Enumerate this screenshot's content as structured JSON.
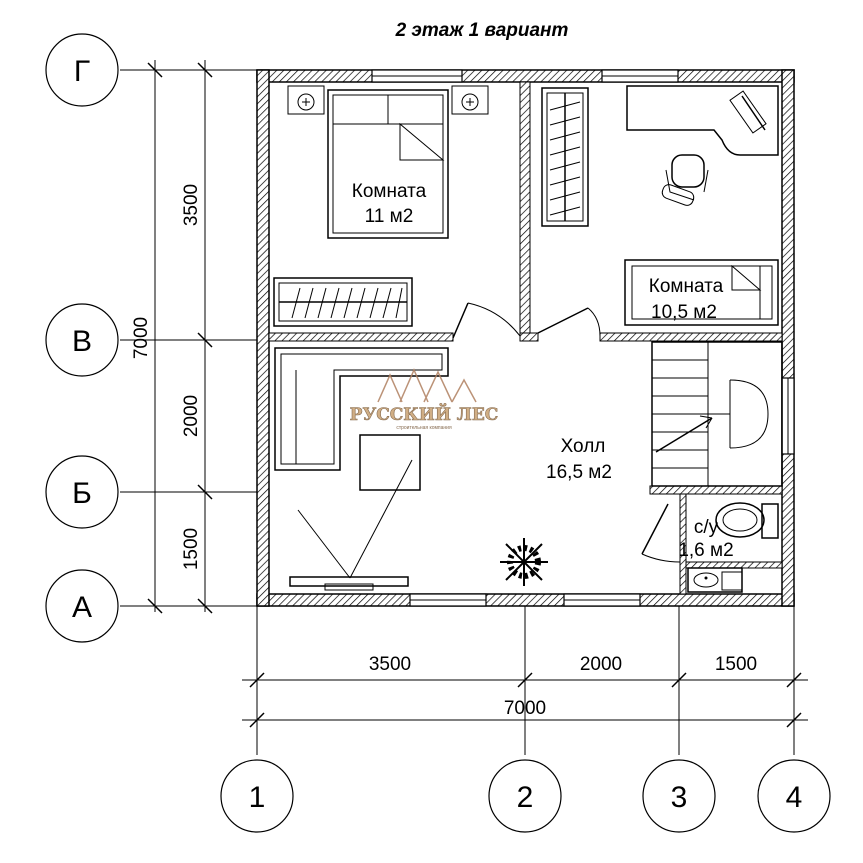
{
  "title": "2 этаж 1 вариант",
  "rooms": [
    {
      "name": "Комната",
      "area": "11 м2"
    },
    {
      "name": "Комната",
      "area": "10,5 м2"
    },
    {
      "name": "Холл",
      "area": "16,5 м2"
    },
    {
      "name": "с/у",
      "area": "1,6 м2"
    }
  ],
  "dimensions": {
    "bottom": [
      "3500",
      "2000",
      "1500"
    ],
    "bottom_total": "7000",
    "left": [
      "3500",
      "2000",
      "1500"
    ],
    "left_total": "7000"
  },
  "axes": {
    "letters": [
      "Г",
      "В",
      "Б",
      "А"
    ],
    "numbers": [
      "1",
      "2",
      "3",
      "4"
    ]
  },
  "logo": {
    "text": "РУССКИЙ ЛЕС",
    "subtitle": "строительная компания"
  }
}
